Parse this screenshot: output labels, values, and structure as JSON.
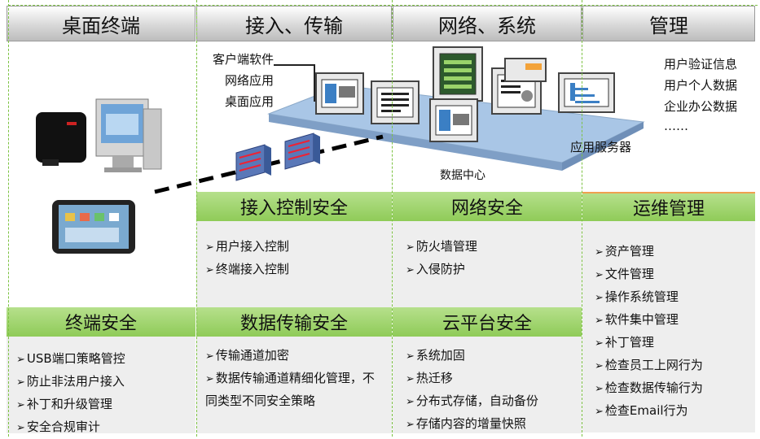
{
  "headers": {
    "terminal": "桌面终端",
    "access": "接入、传输",
    "network": "网络、系统",
    "manage": "管理"
  },
  "datacenter": {
    "left_labels": [
      "客户端软件",
      "网络应用",
      "桌面应用"
    ],
    "right_labels": [
      "用户验证信息",
      "用户个人数据",
      "企业办公数据",
      "……"
    ],
    "center_label": "数据中心",
    "app_server_label": "应用服务器"
  },
  "sections": {
    "access_control": {
      "title": "接入控制安全",
      "items": [
        "用户接入控制",
        "终端接入控制"
      ]
    },
    "network_security": {
      "title": "网络安全",
      "items": [
        "防火墙管理",
        "入侵防护"
      ]
    },
    "ops": {
      "title": "运维管理",
      "items": [
        "资产管理",
        "文件管理",
        "操作系统管理",
        "软件集中管理",
        "补丁管理",
        "检查员工上网行为",
        "检查数据传输行为",
        "检查Email行为"
      ]
    },
    "terminal_security": {
      "title": "终端安全",
      "items": [
        "USB端口策略管控",
        "防止非法用户接入",
        "补丁和升级管理",
        "安全合规审计"
      ]
    },
    "data_transfer": {
      "title": "数据传输安全",
      "items": [
        "传输通道加密",
        "数据传输通道精细化管理，不同类型不同安全策略"
      ]
    },
    "cloud_platform": {
      "title": "云平台安全",
      "items": [
        "系统加固",
        "热迁移",
        "分布式存储，自动备份",
        "存储内容的增量快照"
      ]
    }
  }
}
